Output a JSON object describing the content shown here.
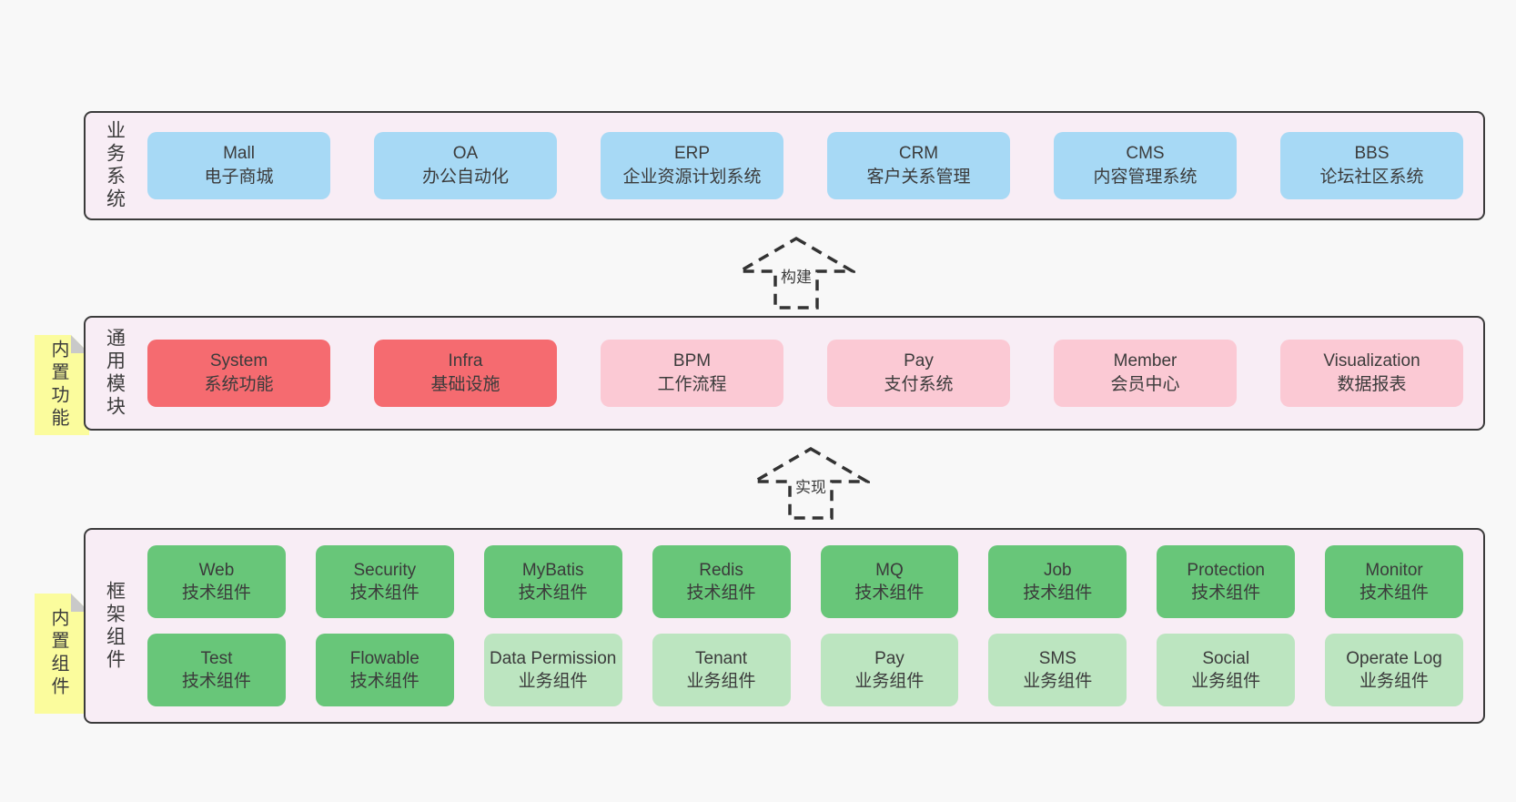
{
  "colors": {
    "page_bg": "#f8f8f8",
    "panel_bg": "#f8edf5",
    "panel_border": "#3b3b3b",
    "text": "#3b3b3b",
    "blue_box": "#a7d9f5",
    "red_box": "#f56b70",
    "pink_box": "#fbc9d4",
    "green_box": "#68c679",
    "light_green_box": "#bce5c0",
    "sticky_yellow": "#fbfc9d",
    "fold_gray": "#c9c9c9",
    "arrow_stroke": "#333333"
  },
  "panels": [
    {
      "side_label": "业务系统",
      "rows": [
        [
          {
            "title": "Mall",
            "subtitle": "电子商城"
          },
          {
            "title": "OA",
            "subtitle": "办公自动化"
          },
          {
            "title": "ERP",
            "subtitle": "企业资源计划系统"
          },
          {
            "title": "CRM",
            "subtitle": "客户关系管理"
          },
          {
            "title": "CMS",
            "subtitle": "内容管理系统"
          },
          {
            "title": "BBS",
            "subtitle": "论坛社区系统"
          }
        ]
      ]
    },
    {
      "side_label": "通用模块",
      "sticky_tab": "内置功能",
      "rows": [
        [
          {
            "title": "System",
            "subtitle": "系统功能"
          },
          {
            "title": "Infra",
            "subtitle": "基础设施"
          },
          {
            "title": "BPM",
            "subtitle": "工作流程"
          },
          {
            "title": "Pay",
            "subtitle": "支付系统"
          },
          {
            "title": "Member",
            "subtitle": "会员中心"
          },
          {
            "title": "Visualization",
            "subtitle": "数据报表"
          }
        ]
      ]
    },
    {
      "side_label": "框架组件",
      "sticky_tab": "内置组件",
      "rows": [
        [
          {
            "title": "Web",
            "subtitle": "技术组件"
          },
          {
            "title": "Security",
            "subtitle": "技术组件"
          },
          {
            "title": "MyBatis",
            "subtitle": "技术组件"
          },
          {
            "title": "Redis",
            "subtitle": "技术组件"
          },
          {
            "title": "MQ",
            "subtitle": "技术组件"
          },
          {
            "title": "Job",
            "subtitle": "技术组件"
          },
          {
            "title": "Protection",
            "subtitle": "技术组件"
          },
          {
            "title": "Monitor",
            "subtitle": "技术组件"
          }
        ],
        [
          {
            "title": "Test",
            "subtitle": "技术组件"
          },
          {
            "title": "Flowable",
            "subtitle": "技术组件"
          },
          {
            "title": "Data Permission",
            "subtitle": "业务组件"
          },
          {
            "title": "Tenant",
            "subtitle": "业务组件"
          },
          {
            "title": "Pay",
            "subtitle": "业务组件"
          },
          {
            "title": "SMS",
            "subtitle": "业务组件"
          },
          {
            "title": "Social",
            "subtitle": "业务组件"
          },
          {
            "title": "Operate Log",
            "subtitle": "业务组件"
          }
        ]
      ]
    }
  ],
  "arrows": [
    {
      "label": "构建"
    },
    {
      "label": "实现"
    }
  ]
}
